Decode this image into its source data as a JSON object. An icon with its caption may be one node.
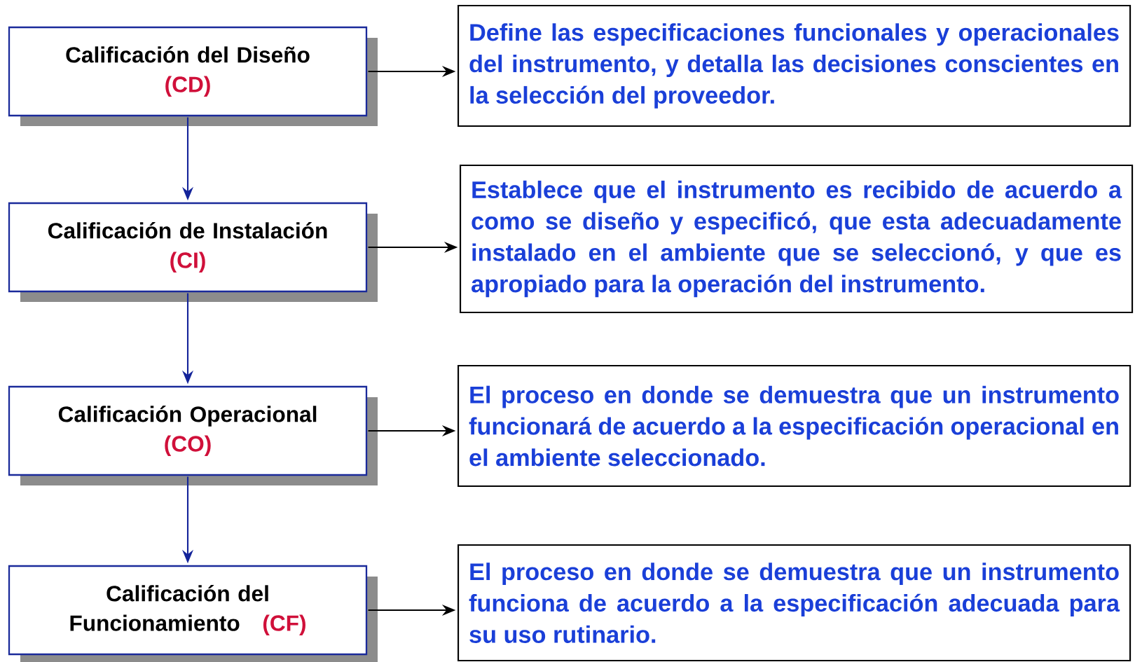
{
  "diagram": {
    "nodes": [
      {
        "text": [
          "Calificación del Diseño",
          "(CD)"
        ]
      },
      {
        "text": [
          "Calificación de Instalación",
          "(CI)"
        ]
      },
      {
        "text": [
          "Calificación Operacional",
          "(CO)"
        ]
      },
      {
        "text": [
          "Calificación del Funcionamiento",
          "(CF)"
        ]
      },
      {
        "text": [
          "Define las especificaciones funcionales y operacionales del instrumento, y detalla las decisiones conscientes en la selección del proveedor."
        ]
      },
      {
        "text": [
          "Establece que el instrumento es recibido de acuerdo a como se diseño y especificó, que esta adecuadamente instalado en el ambiente que se seleccionó, y que es apropiado para la operación del instrumento."
        ]
      },
      {
        "text": [
          "El proceso en donde se demuestra que un instrumento funcionará de acuerdo a la especificación operacional en el ambiente seleccionado."
        ]
      },
      {
        "text": [
          "El proceso en donde se demuestra que un instrumento funciona de acuerdo a la especificación adecuada para su uso rutinario."
        ]
      }
    ],
    "edges": [
      {
        "from": 0,
        "to": 1,
        "arrow": "to",
        "color": "#14249a"
      },
      {
        "from": 1,
        "to": 2,
        "arrow": "to",
        "color": "#14249a"
      },
      {
        "from": 2,
        "to": 3,
        "arrow": "to",
        "color": "#14249a"
      },
      {
        "from": 0,
        "to": 4,
        "arrow": "to"
      },
      {
        "from": 1,
        "to": 5,
        "arrow": "to"
      },
      {
        "from": 2,
        "to": 6,
        "arrow": "to"
      },
      {
        "from": 3,
        "to": 7,
        "arrow": "to"
      }
    ]
  }
}
